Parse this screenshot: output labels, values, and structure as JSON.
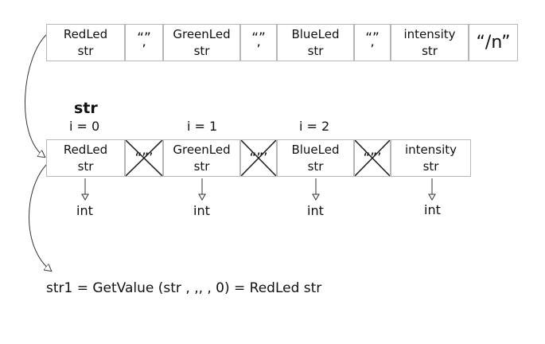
{
  "top_row": [
    {
      "top": "RedLed",
      "bottom": "str"
    },
    {
      "top": "“”",
      "bottom": "’",
      "sep": true
    },
    {
      "top": "GreenLed",
      "bottom": "str"
    },
    {
      "top": "“”",
      "bottom": "’",
      "sep": true
    },
    {
      "top": "BlueLed",
      "bottom": "str"
    },
    {
      "top": "“”",
      "bottom": "’",
      "sep": true
    },
    {
      "top": "intensity",
      "bottom": "str"
    },
    {
      "top": "“/n”",
      "newline": true
    }
  ],
  "split": {
    "title": "str",
    "indices": [
      "i = 0",
      "i = 1",
      "i = 2"
    ],
    "cells": [
      {
        "top": "RedLed",
        "bottom": "str"
      },
      {
        "glyph": "“”’",
        "crossed": true
      },
      {
        "top": "GreenLed",
        "bottom": "str"
      },
      {
        "glyph": "“”’",
        "crossed": true
      },
      {
        "top": "BlueLed",
        "bottom": "str"
      },
      {
        "glyph": "“”’",
        "crossed": true
      },
      {
        "top": "intensity",
        "bottom": "str"
      }
    ],
    "outputs": [
      "int",
      "int",
      "int",
      "int"
    ]
  },
  "formula": "str1 = GetValue (str  ,  ‚‚ , 0) = RedLed str"
}
